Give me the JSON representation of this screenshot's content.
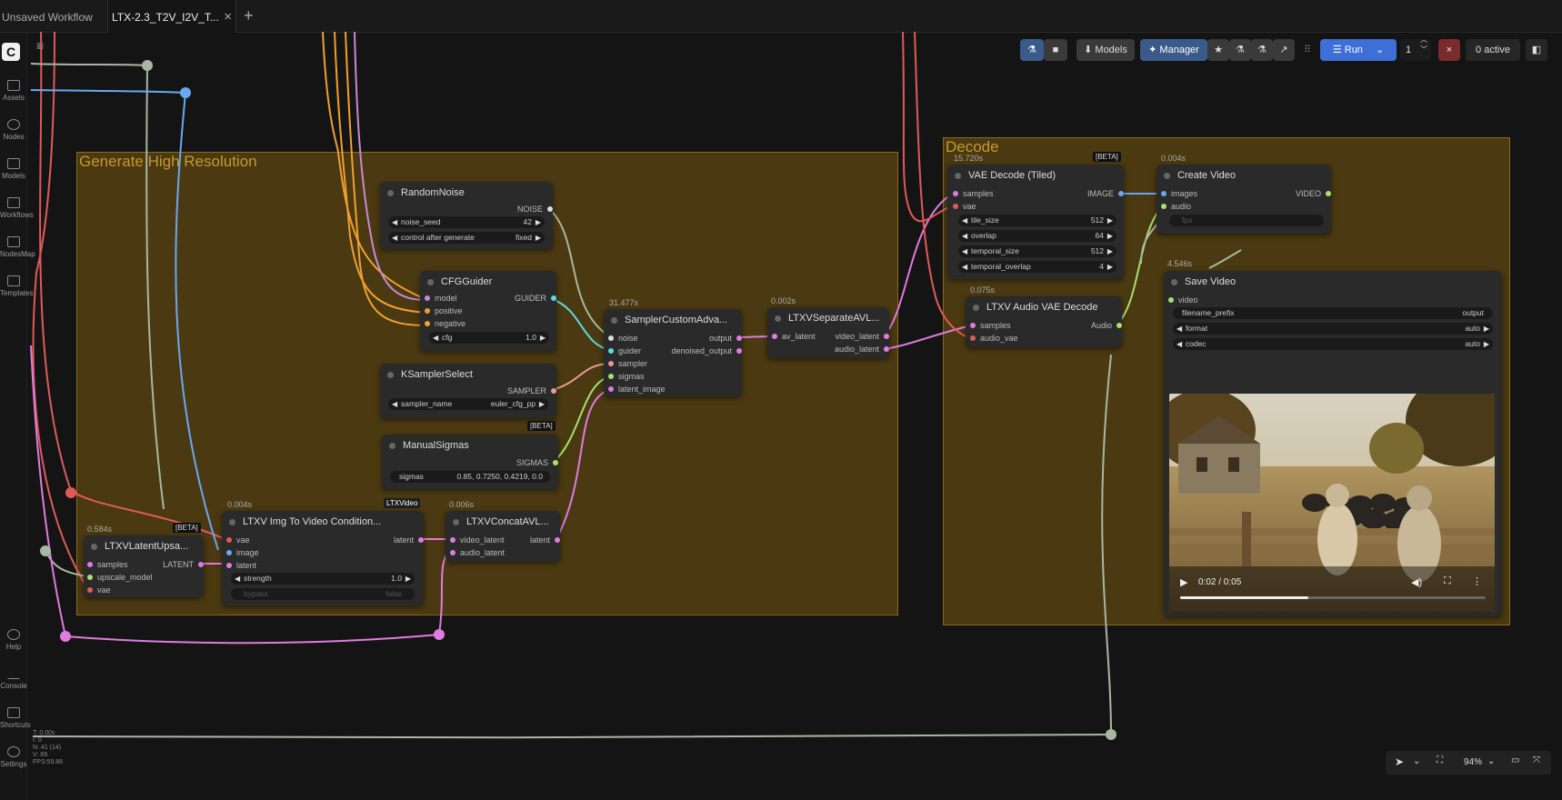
{
  "tabs": [
    {
      "label": "Unsaved Workflow"
    },
    {
      "label": "LTX-2.3_T2V_I2V_T...",
      "close": "×"
    }
  ],
  "tab_add": "+",
  "sidebar": {
    "menu_icon": "≡",
    "logo": "C",
    "items": [
      {
        "label": "Assets",
        "icon": "assets-icon"
      },
      {
        "label": "Nodes",
        "icon": "nodes-icon"
      },
      {
        "label": "Models",
        "icon": "models-icon"
      },
      {
        "label": "Workflows",
        "icon": "workflows-icon"
      },
      {
        "label": "NodesMap",
        "icon": "nodesmap-icon"
      },
      {
        "label": "Templates",
        "icon": "templates-icon"
      },
      {
        "label": "Help",
        "icon": "help-icon"
      },
      {
        "label": "Console",
        "icon": "console-icon"
      },
      {
        "label": "Shortcuts",
        "icon": "shortcuts-icon"
      },
      {
        "label": "Settings",
        "icon": "gear-icon"
      }
    ]
  },
  "toolbar": {
    "models_label": "Models",
    "manager_label": "Manager",
    "run_label": "Run",
    "queue_count": "1",
    "active_label": "0 active",
    "stop_icon": "×"
  },
  "groups": {
    "generate": {
      "title": "Generate High Resolution"
    },
    "decode": {
      "title": "Decode"
    }
  },
  "nodes": {
    "random_noise": {
      "title": "RandomNoise",
      "out": "NOISE",
      "w1_label": "noise_seed",
      "w1_value": "42",
      "w2_label": "control after generate",
      "w2_value": "fixed"
    },
    "cfg_guider": {
      "title": "CFGGuider",
      "out": "GUIDER",
      "in1": "model",
      "in2": "positive",
      "in3": "negative",
      "w1_label": "cfg",
      "w1_value": "1.0"
    },
    "ksampler_select": {
      "title": "KSamplerSelect",
      "out": "SAMPLER",
      "w1_label": "sampler_name",
      "w1_value": "euler_cfg_pp"
    },
    "manual_sigmas": {
      "title": "ManualSigmas",
      "beta": "[BETA]",
      "out": "SIGMAS",
      "w1_label": "sigmas",
      "w1_value": "0.85, 0.7250, 0.4219, 0.0"
    },
    "sampler_custom": {
      "time": "31.477s",
      "title": "SamplerCustomAdva...",
      "in1": "noise",
      "in2": "guider",
      "in3": "sampler",
      "in4": "sigmas",
      "in5": "latent_image",
      "out1": "output",
      "out2": "denoised_output"
    },
    "ltxv_separate": {
      "time": "0.002s",
      "title": "LTXVSeparateAVL...",
      "in1": "av_latent",
      "out1": "video_latent",
      "out2": "audio_latent"
    },
    "latent_upsample": {
      "time": "0.584s",
      "beta": "[BETA]",
      "title": "LTXVLatentUpsa...",
      "in1": "samples",
      "in2": "upscale_model",
      "in3": "vae",
      "out": "LATENT"
    },
    "img_to_video": {
      "time": "0.004s",
      "badge": "LTXVideo",
      "title": "LTXV Img To Video Condition...",
      "in1": "vae",
      "in2": "image",
      "in3": "latent",
      "in4": "",
      "out": "latent",
      "w1_label": "strength",
      "w1_value": "1.0",
      "w2_label": "bypass",
      "w2_value": "false"
    },
    "ltxv_concat": {
      "time": "0.006s",
      "title": "LTXVConcatAVL...",
      "in1": "video_latent",
      "in2": "audio_latent",
      "out": "latent"
    },
    "vae_decode": {
      "time": "15.720s",
      "beta": "[BETA]",
      "title": "VAE Decode (Tiled)",
      "in1": "samples",
      "in2": "vae",
      "out": "IMAGE",
      "w1_label": "tile_size",
      "w1_value": "512",
      "w2_label": "overlap",
      "w2_value": "64",
      "w3_label": "temporal_size",
      "w3_value": "512",
      "w4_label": "temporal_overlap",
      "w4_value": "4"
    },
    "audio_decode": {
      "time": "0.075s",
      "title": "LTXV Audio VAE Decode",
      "in1": "samples",
      "in2": "audio_vae",
      "out": "Audio"
    },
    "create_video": {
      "time": "0.004s",
      "title": "Create Video",
      "in1": "images",
      "in2": "audio",
      "in3": "fps",
      "out": "VIDEO"
    },
    "save_video": {
      "time": "4.546s",
      "title": "Save Video",
      "in1": "video",
      "w1_label": "filename_prefix",
      "w1_value": "output",
      "w2_label": "format",
      "w2_value": "auto",
      "w3_label": "codec",
      "w3_value": "auto"
    }
  },
  "video_player": {
    "time": "0:02 / 0:05",
    "progress": 0.42
  },
  "status": {
    "line1": "T: 0.00s",
    "line2": "I: 0",
    "line3": "N: 41 (14)",
    "line4": "V: 89",
    "line5": "FPS:59.88"
  },
  "zoom": "94%",
  "colors": {
    "accent": "#3d6fd6",
    "group": "#5c4610",
    "wire_pink": "#e07be0",
    "wire_orange": "#f0a030",
    "wire_red": "#e05a5a",
    "wire_blue": "#6aa8f0",
    "wire_gray": "#a8b8a0",
    "wire_cyan": "#60d8e0"
  }
}
